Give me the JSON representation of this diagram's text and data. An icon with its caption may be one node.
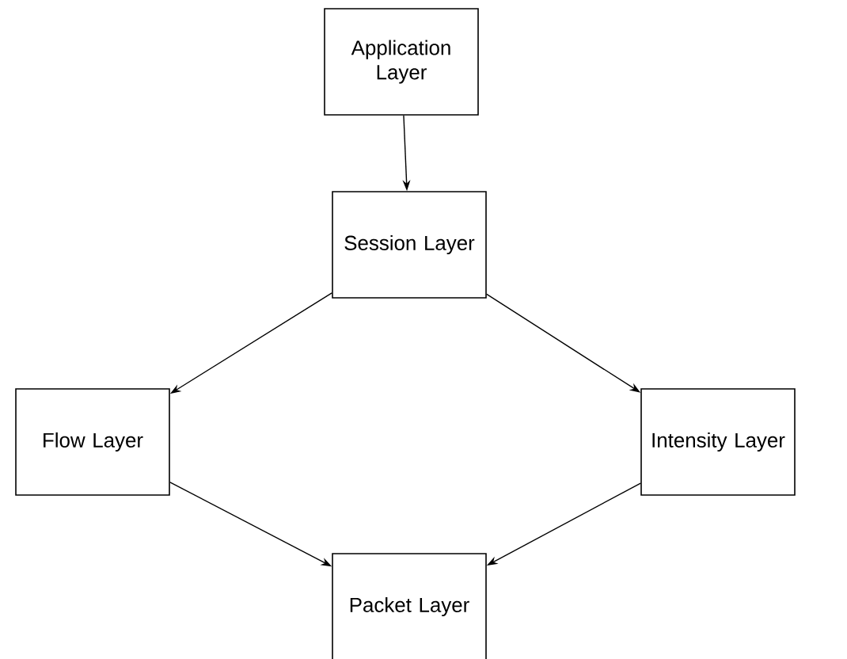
{
  "diagram": {
    "nodes": [
      {
        "text": [
          "Application Layer"
        ]
      },
      {
        "text": [
          "Session Layer"
        ]
      },
      {
        "text": [
          "Flow Layer"
        ]
      },
      {
        "text": [
          "Intensity Layer"
        ]
      },
      {
        "text": [
          "Packet Layer"
        ]
      }
    ],
    "edges": [
      {
        "from": 0,
        "to": 1,
        "arrow": "to"
      },
      {
        "from": 1,
        "to": 2,
        "arrow": "to"
      },
      {
        "from": 1,
        "to": 3,
        "arrow": "to"
      },
      {
        "from": 2,
        "to": 4,
        "arrow": "to"
      },
      {
        "from": 3,
        "to": 4,
        "arrow": "to"
      }
    ]
  }
}
